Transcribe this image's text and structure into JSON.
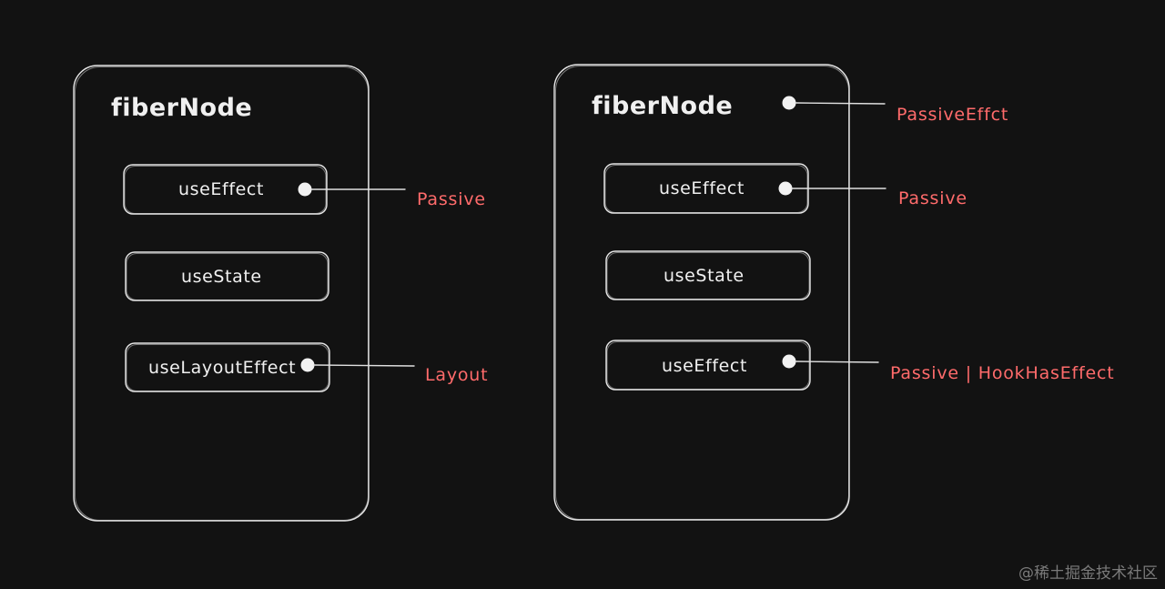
{
  "diagram": {
    "left": {
      "title": "fiberNode",
      "hooks": [
        {
          "name": "useEffect",
          "flag": "Passive"
        },
        {
          "name": "useState"
        },
        {
          "name": "useLayoutEffect",
          "flag": "Layout"
        }
      ]
    },
    "right": {
      "title": "fiberNode",
      "node_flag": "PassiveEffct",
      "hooks": [
        {
          "name": "useEffect",
          "flag": "Passive"
        },
        {
          "name": "useState"
        },
        {
          "name": "useEffect",
          "flag": "Passive | HookHasEffect"
        }
      ]
    }
  },
  "watermark": "@稀土掘金技术社区",
  "colors": {
    "background": "#121212",
    "stroke": "#e8e8e8",
    "flag_label": "#ff6b6b"
  }
}
